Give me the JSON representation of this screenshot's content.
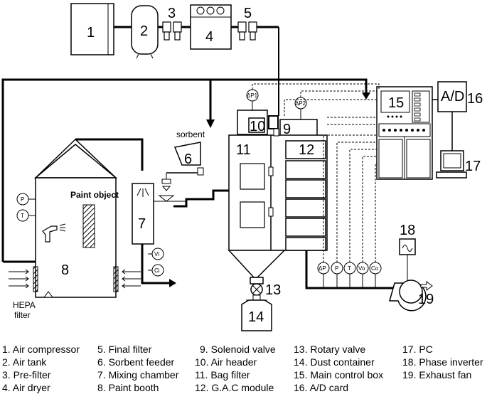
{
  "components": {
    "c1": "1",
    "c2": "2",
    "c3": "3",
    "c4": "4",
    "c5": "5",
    "c6": "6",
    "c7": "7",
    "c8": "8",
    "c9": "9",
    "c10": "10",
    "c11": "11",
    "c12": "12",
    "c13": "13",
    "c14": "14",
    "c15": "15",
    "c16": "16",
    "c17": "17",
    "c18": "18",
    "c19": "19"
  },
  "labels": {
    "sorbent": "sorbent",
    "paint_object": "Paint object",
    "hepa_line1": "HEPA",
    "hepa_line2": "filter",
    "ad": "A/D"
  },
  "gauges": {
    "p": "P",
    "t": "T",
    "vi": "Vi",
    "ci": "Ci",
    "dp1": "ΔP1",
    "dp2": "ΔP2",
    "dp": "ΔP",
    "p2": "P",
    "t2": "T",
    "vo": "Vo",
    "co": "Co"
  },
  "legend": [
    [
      "1. Air compressor",
      "2. Air tank",
      "3. Pre-filter",
      "4. Air dryer"
    ],
    [
      "5. Final filter",
      "6. Sorbent feeder",
      "7. Mixing chamber",
      "8. Paint booth"
    ],
    [
      "9. Solenoid valve",
      "10. Air header",
      "11. Bag filter",
      "12. G.A.C module"
    ],
    [
      "13. Rotary valve",
      "14. Dust container",
      "15. Main control box",
      "16. A/D card"
    ],
    [
      "17. PC",
      "18. Phase inverter",
      "19. Exhaust fan"
    ]
  ]
}
